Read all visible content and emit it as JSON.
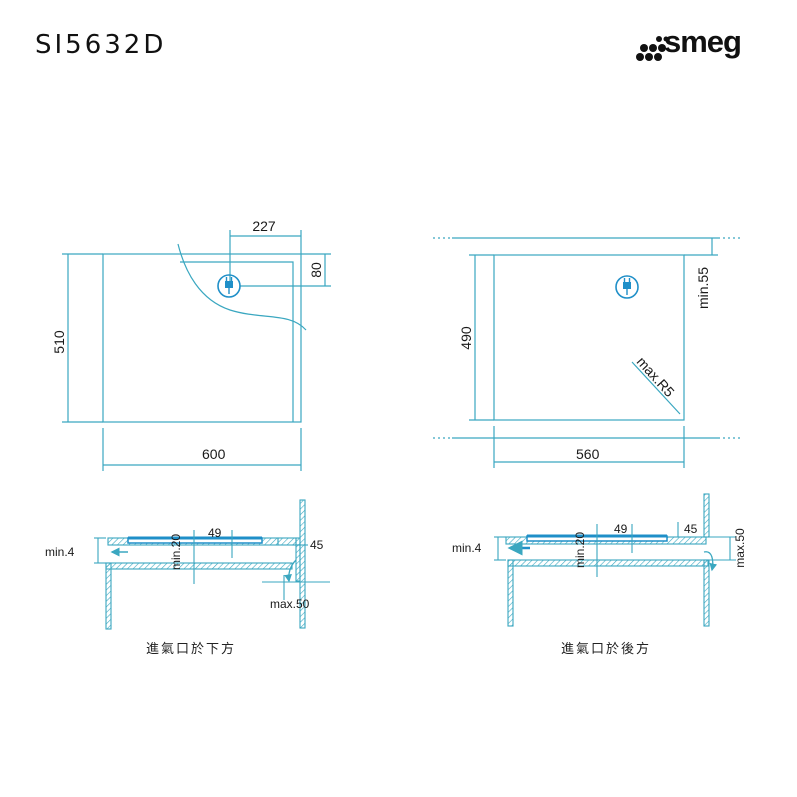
{
  "header": {
    "model": "SI5632D",
    "brand": "smeg"
  },
  "colors": {
    "line": "#3aa7c0",
    "blue": "#1f8fc8",
    "text": "#1a1a1a"
  },
  "top_view_left": {
    "dim_width": "600",
    "dim_height": "510",
    "dim_plug_x": "227",
    "dim_plug_y": "80",
    "icon": "plug-icon"
  },
  "top_view_right": {
    "dim_width": "560",
    "dim_height": "490",
    "dim_min_front": "min.55",
    "dim_radius": "max.R5",
    "icon": "plug-icon"
  },
  "section_left": {
    "dim_min4": "min.4",
    "dim_49": "49",
    "dim_min20": "min.20",
    "dim_45": "45",
    "dim_max50": "max.50",
    "caption": "進氣口於下方"
  },
  "section_right": {
    "dim_min4": "min.4",
    "dim_49": "49",
    "dim_min20": "min.20",
    "dim_45": "45",
    "dim_max50": "max.50",
    "caption": "進氣口於後方"
  }
}
